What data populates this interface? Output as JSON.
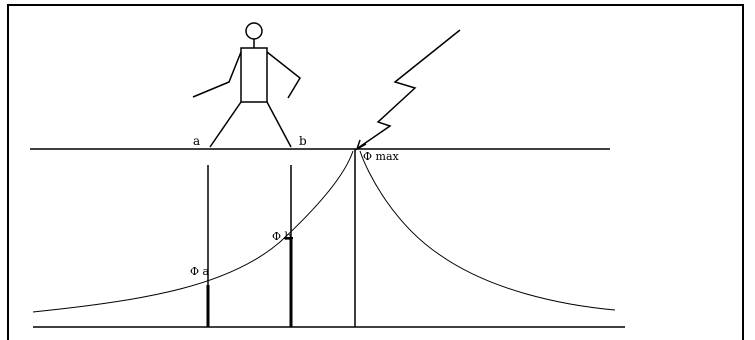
{
  "diagram": {
    "labels": {
      "point_a": "a",
      "point_b": "b",
      "potential_strike": "Φ max",
      "potential_b": "Φ b",
      "potential_a": "Φ a"
    },
    "colors": {
      "line": "#000000",
      "background": "#ffffff"
    }
  }
}
